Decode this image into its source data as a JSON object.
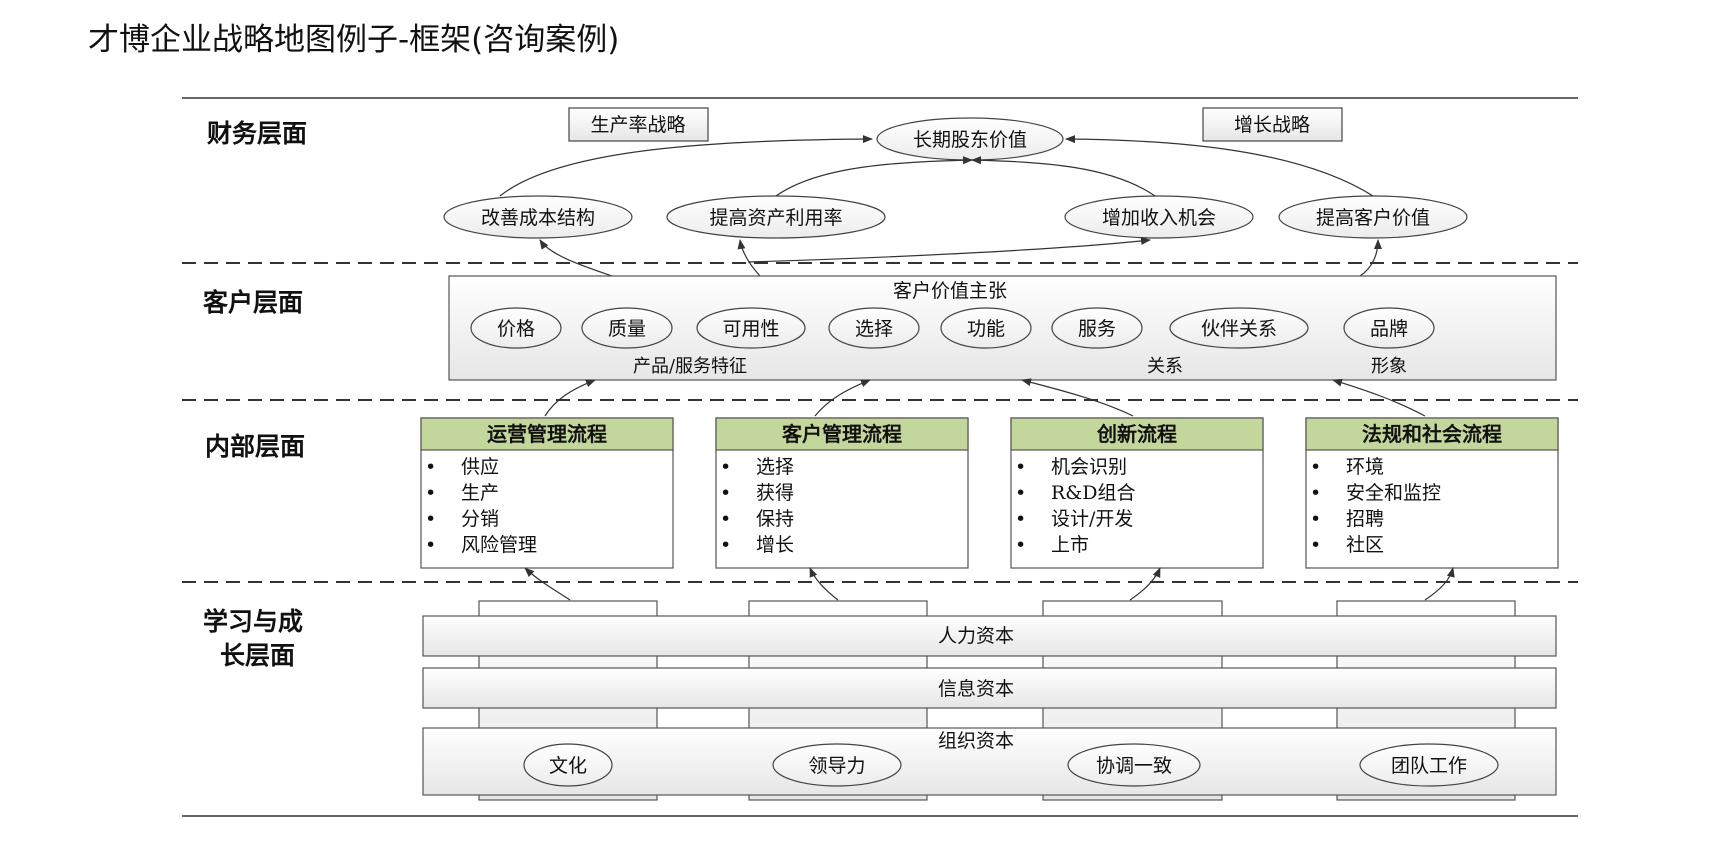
{
  "page": {
    "title": "才博企业战略地图例子-框架(咨询案例)"
  },
  "layers": {
    "financial": "财务层面",
    "customer": "客户层面",
    "internal": "内部层面",
    "learning_line1": "学习与成",
    "learning_line2": "长层面"
  },
  "financial": {
    "productivity_strategy": "生产率战略",
    "growth_strategy": "增长战略",
    "shareholder_value": "长期股东价值",
    "objectives": [
      "改善成本结构",
      "提高资产利用率",
      "增加收入机会",
      "提高客户价值"
    ]
  },
  "customer": {
    "value_proposition": "客户价值主张",
    "attributes": [
      "价格",
      "质量",
      "可用性",
      "选择",
      "功能",
      "服务",
      "伙伴关系",
      "品牌"
    ],
    "group_product": "产品/服务特征",
    "group_relation": "关系",
    "group_image": "形象"
  },
  "internal": {
    "processes": [
      {
        "title": "运营管理流程",
        "items": [
          "供应",
          "生产",
          "分销",
          "风险管理"
        ]
      },
      {
        "title": "客户管理流程",
        "items": [
          "选择",
          "获得",
          "保持",
          "增长"
        ]
      },
      {
        "title": "创新流程",
        "items": [
          "机会识别",
          "R&D组合",
          "设计/开发",
          "上市"
        ]
      },
      {
        "title": "法规和社会流程",
        "items": [
          "环境",
          "安全和监控",
          "招聘",
          "社区"
        ]
      }
    ],
    "header_color": "#c3d69b",
    "bullet": "•"
  },
  "learning": {
    "human_capital": "人力资本",
    "information_capital": "信息资本",
    "organization_capital": "组织资本",
    "org_items": [
      "文化",
      "领导力",
      "协调一致",
      "团队工作"
    ]
  }
}
